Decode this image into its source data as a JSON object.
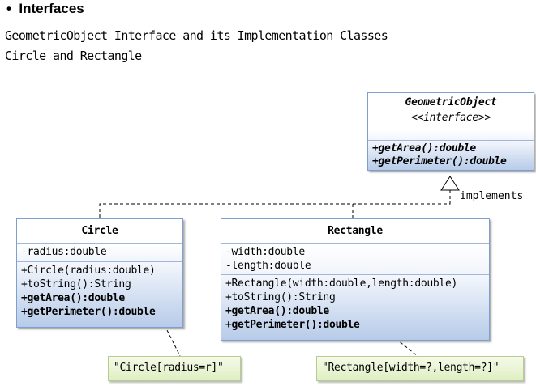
{
  "heading": {
    "bullet": "•",
    "text": "Interfaces"
  },
  "description": [
    "GeometricObject Interface and its Implementation Classes",
    "Circle and Rectangle"
  ],
  "interface": {
    "name": "GeometricObject",
    "stereotype": "<<interface>>",
    "methods": [
      "+getArea():double",
      "+getPerimeter():double"
    ]
  },
  "relation_label": "implements",
  "circle": {
    "name": "Circle",
    "attributes": [
      "-radius:double"
    ],
    "methods": [
      "+Circle(radius:double)",
      "+toString():String",
      "+getArea():double",
      "+getPerimeter():double"
    ],
    "note": "\"Circle[radius=r]\""
  },
  "rectangle": {
    "name": "Rectangle",
    "attributes": [
      "-width:double",
      "-length:double"
    ],
    "methods": [
      "+Rectangle(width:double,length:double)",
      "+toString():String",
      "+getArea():double",
      "+getPerimeter():double"
    ],
    "note": "\"Rectangle[width=?,length=?]\""
  },
  "colors": {
    "border": "#7f9fcc",
    "method_fill": "#b7cbe9",
    "note_fill": "#dfefc3"
  }
}
